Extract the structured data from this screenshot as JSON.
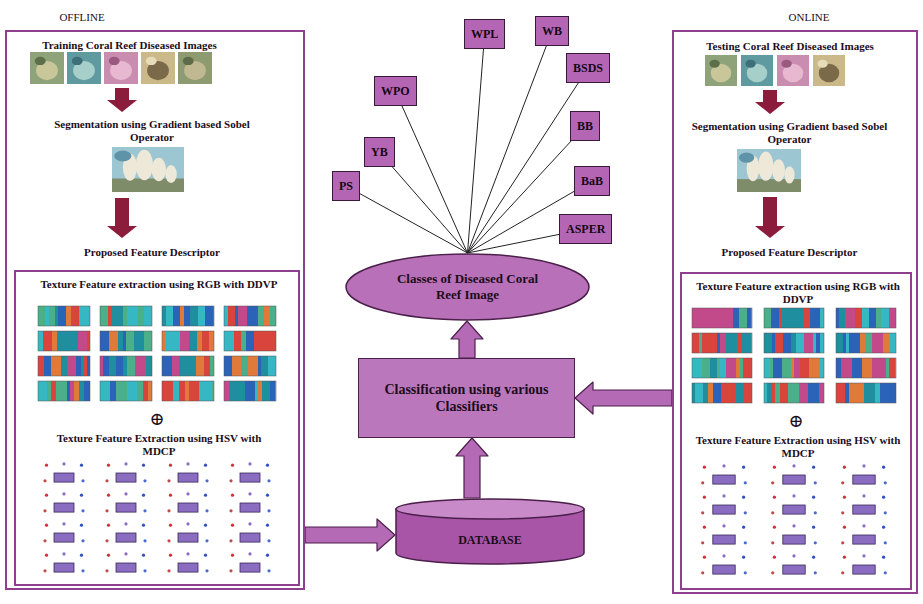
{
  "diagram": {
    "nodes": [
      {
        "text": [
          "OFFLINE",
          "Training Coral Reef Diseased Images",
          "Segmentation using Gradient based Sobel Operator",
          "Proposed Feature Descriptor"
        ]
      },
      {
        "text": [
          "Texture Feature extraction using RGB with DDVP",
          "⊕",
          "Texture Feature Extraction using HSV with MDCP"
        ],
        "in": 0
      },
      {
        "text": [
          "WPL"
        ]
      },
      {
        "text": [
          "WB"
        ]
      },
      {
        "text": [
          "WPO"
        ]
      },
      {
        "text": [
          "BSDS"
        ]
      },
      {
        "text": [
          "BB"
        ]
      },
      {
        "text": [
          "YB"
        ]
      },
      {
        "text": [
          "BaB"
        ]
      },
      {
        "text": [
          "PS"
        ]
      },
      {
        "text": [
          "ASPER"
        ]
      },
      {
        "text": [
          "Classes of Diseased Coral Reef Image"
        ]
      },
      {
        "text": [
          "Classification using various Classifiers"
        ]
      },
      {
        "text": [
          "DATABASE"
        ]
      },
      {
        "text": [
          "ONLINE",
          "Testing Coral Reef Diseased Images",
          "Segmentation using Gradient based Sobel Operator",
          "Proposed Feature Descriptor"
        ]
      },
      {
        "text": [
          "Texture Feature extraction using RGB with DDVP",
          "⊕",
          "Texture Feature Extraction using HSV with MDCP"
        ],
        "in": 14
      }
    ],
    "edges": [
      {
        "from": 2,
        "to": 11,
        "arrow": "none"
      },
      {
        "from": 3,
        "to": 11,
        "arrow": "none"
      },
      {
        "from": 4,
        "to": 11,
        "arrow": "none"
      },
      {
        "from": 5,
        "to": 11,
        "arrow": "none"
      },
      {
        "from": 6,
        "to": 11,
        "arrow": "none"
      },
      {
        "from": 7,
        "to": 11,
        "arrow": "none"
      },
      {
        "from": 8,
        "to": 11,
        "arrow": "none"
      },
      {
        "from": 9,
        "to": 11,
        "arrow": "none"
      },
      {
        "from": 10,
        "to": 11,
        "arrow": "none"
      },
      {
        "from": 12,
        "to": 11,
        "arrow": "to"
      },
      {
        "from": 13,
        "to": 12,
        "arrow": "to"
      },
      {
        "from": 0,
        "to": 13,
        "arrow": "to"
      },
      {
        "from": 14,
        "to": 12,
        "arrow": "to"
      }
    ]
  }
}
